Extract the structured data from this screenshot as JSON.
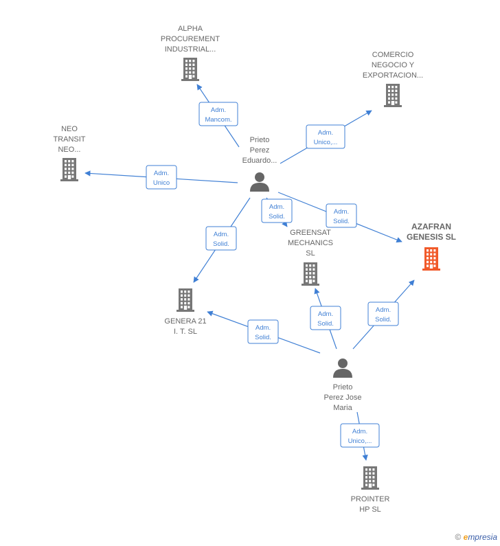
{
  "colors": {
    "edge": "#3f7fd4",
    "company": "#777777",
    "company_highlight": "#f15a2a",
    "person": "#666666"
  },
  "nodes": [
    {
      "id": "alpha",
      "type": "company",
      "lines": [
        "ALPHA",
        "PROCUREMENT",
        "INDUSTRIAL..."
      ]
    },
    {
      "id": "comercio",
      "type": "company",
      "lines": [
        "COMERCIO",
        "NEGOCIO Y",
        "EXPORTACION..."
      ]
    },
    {
      "id": "neo",
      "type": "company",
      "lines": [
        "NEO",
        "TRANSIT",
        "NEO..."
      ]
    },
    {
      "id": "azafran",
      "type": "company",
      "highlight": true,
      "lines": [
        "AZAFRAN",
        "GENESIS  SL"
      ]
    },
    {
      "id": "greensat",
      "type": "company",
      "lines": [
        "GREENSAT",
        "MECHANICS",
        "SL"
      ]
    },
    {
      "id": "genera",
      "type": "company",
      "lines": [
        "GENERA 21",
        "I. T. SL"
      ]
    },
    {
      "id": "prointer",
      "type": "company",
      "lines": [
        "PROINTER",
        "HP  SL"
      ]
    },
    {
      "id": "eduardo",
      "type": "person",
      "lines": [
        "Prieto",
        "Perez",
        "Eduardo..."
      ]
    },
    {
      "id": "jose",
      "type": "person",
      "lines": [
        "Prieto",
        "Perez Jose",
        "Maria"
      ]
    }
  ],
  "edges": [
    {
      "from": "eduardo",
      "to": "alpha",
      "lines": [
        "Adm.",
        "Mancom."
      ]
    },
    {
      "from": "eduardo",
      "to": "comercio",
      "lines": [
        "Adm.",
        "Unico,..."
      ]
    },
    {
      "from": "eduardo",
      "to": "neo",
      "lines": [
        "Adm.",
        "Unico"
      ]
    },
    {
      "from": "eduardo",
      "to": "greensat",
      "lines": [
        "Adm.",
        "Solid."
      ]
    },
    {
      "from": "eduardo",
      "to": "azafran",
      "lines": [
        "Adm.",
        "Solid."
      ]
    },
    {
      "from": "eduardo",
      "to": "genera",
      "lines": [
        "Adm.",
        "Solid."
      ]
    },
    {
      "from": "jose",
      "to": "genera",
      "lines": [
        "Adm.",
        "Solid."
      ]
    },
    {
      "from": "jose",
      "to": "greensat",
      "lines": [
        "Adm.",
        "Solid."
      ]
    },
    {
      "from": "jose",
      "to": "azafran",
      "lines": [
        "Adm.",
        "Solid."
      ]
    },
    {
      "from": "jose",
      "to": "prointer",
      "lines": [
        "Adm.",
        "Unico,..."
      ]
    }
  ],
  "footer": {
    "copyright": "©",
    "brand_first": "e",
    "brand_rest": "mpresia"
  }
}
